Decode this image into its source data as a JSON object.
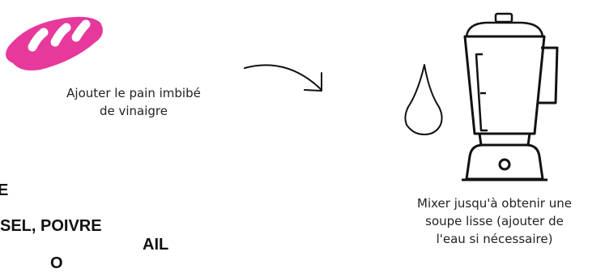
{
  "steps": {
    "bread": {
      "icon": "bread-icon",
      "icon_color": "#e6399b",
      "caption": "Ajouter le pain imbibé\nde vinaigre"
    },
    "arrow": {
      "icon": "curved-arrow-icon"
    },
    "blender": {
      "icons": [
        "water-drop-icon",
        "blender-icon"
      ],
      "caption": "Mixer jusqu'à obtenir une\nsoupe lisse (ajouter de\nl'eau si nécessaire)"
    }
  },
  "ingredients": {
    "partial_top": "E",
    "salt_pepper": "SEL, POIVRE",
    "garlic": "AIL",
    "partial_bottom": "O"
  },
  "colors": {
    "accent": "#e6399b",
    "ink": "#111111"
  }
}
